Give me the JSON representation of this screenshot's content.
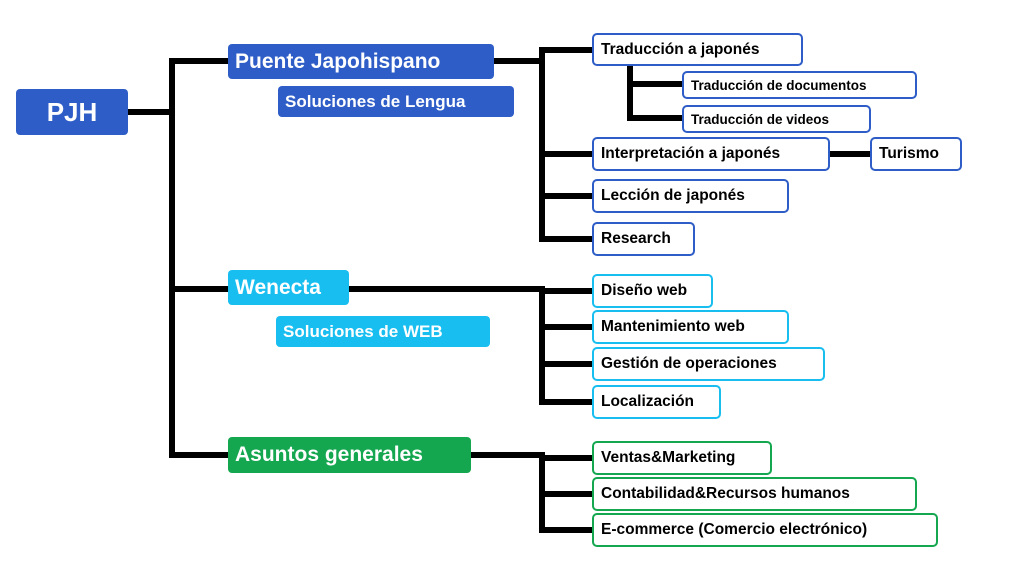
{
  "colors": {
    "line": "#000000",
    "dark_blue": "#2E5DC7",
    "light_blue": "#18BEF0",
    "green": "#14A750"
  },
  "root": {
    "label": "PJH"
  },
  "branches": [
    {
      "label": "Puente Japohispano",
      "subtitle": "Soluciones de Lengua",
      "children": [
        {
          "label": "Traducción a japonés",
          "children": [
            "Traducción de documentos",
            "Traducción de videos"
          ]
        },
        {
          "label": "Interpretación a japonés",
          "children": [
            "Turismo"
          ]
        },
        {
          "label": "Lección de japonés"
        },
        {
          "label": "Research"
        }
      ]
    },
    {
      "label": "Wenecta",
      "subtitle": "Soluciones de WEB",
      "children": [
        {
          "label": "Diseño web"
        },
        {
          "label": "Mantenimiento web"
        },
        {
          "label": "Gestión de operaciones"
        },
        {
          "label": "Localización"
        }
      ]
    },
    {
      "label": "Asuntos generales",
      "children": [
        {
          "label": "Ventas&Marketing"
        },
        {
          "label": "Contabilidad&Recursos humanos"
        },
        {
          "label": "E-commerce (Comercio electrónico)"
        }
      ]
    }
  ]
}
